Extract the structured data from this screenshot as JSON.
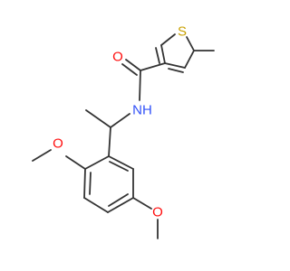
{
  "colors": {
    "bond": "#333333",
    "oxygen": "#ff0d0d",
    "nitrogen": "#3050f8",
    "sulfur": "#c8a000",
    "background": "#ffffff"
  },
  "atoms": {
    "thiophene_s": "S",
    "amide_o": "O",
    "amide_n": "NH",
    "ortho_methoxy_o": "O",
    "meta_methoxy_o": "O"
  }
}
